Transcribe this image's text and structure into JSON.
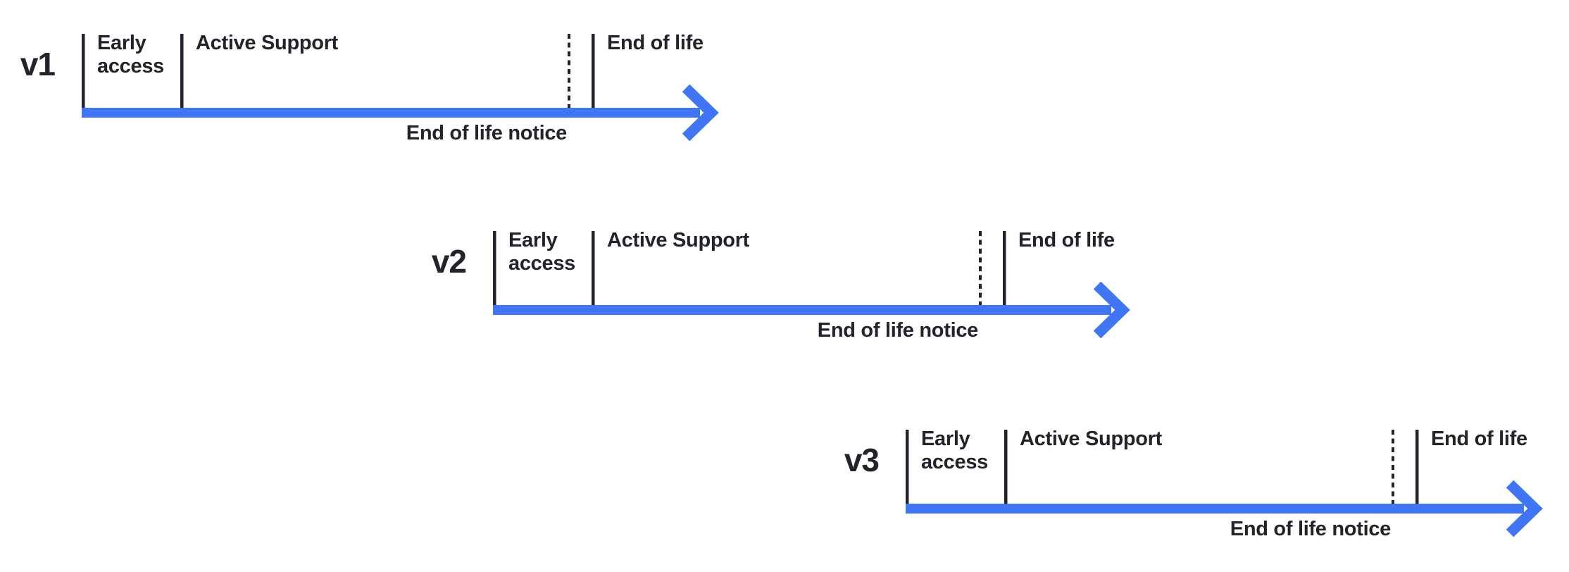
{
  "diagram": {
    "colors": {
      "arrow_blue": "#4075F3",
      "ink": "#21242B",
      "background": "#FFFFFF"
    },
    "timelines": [
      {
        "version": "v1",
        "early_access_label": "Early access",
        "active_support_label": "Active Support",
        "end_of_life_label": "End of life",
        "end_of_life_notice_label": "End of life notice"
      },
      {
        "version": "v2",
        "early_access_label": "Early access",
        "active_support_label": "Active Support",
        "end_of_life_label": "End of life",
        "end_of_life_notice_label": "End of life notice"
      },
      {
        "version": "v3",
        "early_access_label": "Early access",
        "active_support_label": "Active Support",
        "end_of_life_label": "End of life",
        "end_of_life_notice_label": "End of life notice"
      }
    ]
  }
}
